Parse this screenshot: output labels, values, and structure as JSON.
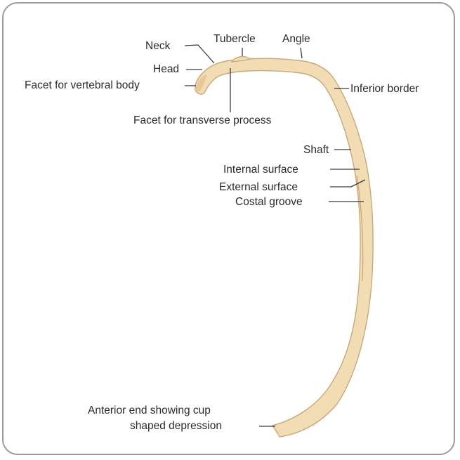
{
  "labels": {
    "neck": "Neck",
    "tubercle": "Tubercle",
    "angle": "Angle",
    "head": "Head",
    "facet_vertebral_body": "Facet for vertebral body",
    "inferior_border": "Inferior border",
    "facet_transverse_process": "Facet for transverse process",
    "shaft": "Shaft",
    "internal_surface": "Internal surface",
    "external_surface": "External surface",
    "costal_groove": "Costal groove",
    "anterior_end_line1": "Anterior end showing cup",
    "anterior_end_line2": "shaped depression"
  },
  "colors": {
    "bone_fill": "#f2dcb4",
    "bone_outline": "#c9a878",
    "frame_border": "#9a9a9a",
    "text": "#2b2b2b"
  }
}
